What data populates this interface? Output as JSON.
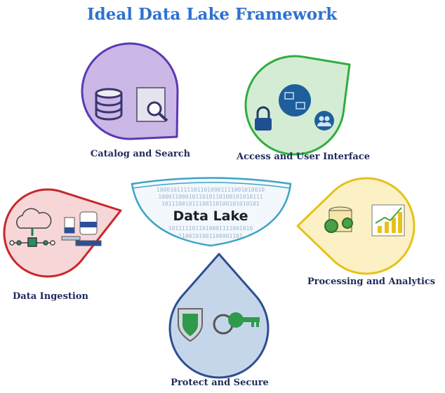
{
  "title": "Ideal Data Lake Framework",
  "center": {
    "label": "Data Lake",
    "binary_rows": [
      "10001011111011010001111001010010",
      "1000110001011010110100101010111",
      "10111001011100110100101010101",
      "1011111011010001111001010",
      "1100101001100001101"
    ]
  },
  "nodes": [
    {
      "id": "catalog",
      "label": "Catalog and Search",
      "fill": "#cbb8e6",
      "stroke": "#5a39b5",
      "icons": [
        "database-icon",
        "document-search-icon"
      ]
    },
    {
      "id": "access",
      "label": "Access and User Interface",
      "fill": "#d4ecd4",
      "stroke": "#2fae3e",
      "icons": [
        "lock-icon",
        "network-icon",
        "users-icon"
      ]
    },
    {
      "id": "ingestion",
      "label": "Data Ingestion",
      "fill": "#f6d6d6",
      "stroke": "#c8262c",
      "icons": [
        "cloud-network-icon",
        "database-pipeline-icon"
      ]
    },
    {
      "id": "processing",
      "label": "Processing and Analytics",
      "fill": "#fbf1c4",
      "stroke": "#e5c21a",
      "icons": [
        "gear-database-icon",
        "bar-chart-icon"
      ]
    },
    {
      "id": "protect",
      "label": "Protect and Secure",
      "fill": "#c6d6ea",
      "stroke": "#2d4f8f",
      "icons": [
        "shield-icon",
        "key-icon"
      ]
    }
  ]
}
